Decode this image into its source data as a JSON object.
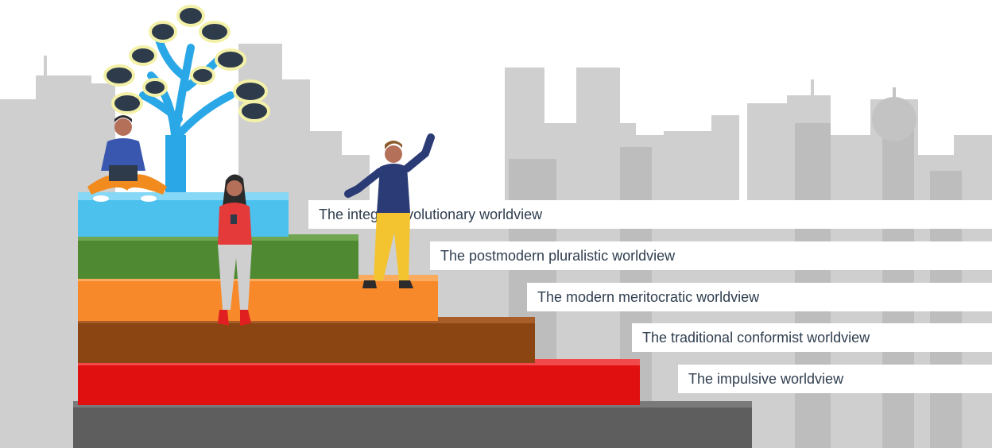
{
  "levels": [
    {
      "label": "The integral evolutionary worldview",
      "color": "#4cc1ee"
    },
    {
      "label": "The postmodern pluralistic worldview",
      "color": "#4f8a33"
    },
    {
      "label": "The modern meritocratic worldview",
      "color": "#f7892a"
    },
    {
      "label": "The traditional conformist worldview",
      "color": "#8b4513"
    },
    {
      "label": "The impulsive worldview",
      "color": "#e01010"
    }
  ],
  "base_color": "#5e5e5e",
  "skyline_color": "#c9c9c9"
}
